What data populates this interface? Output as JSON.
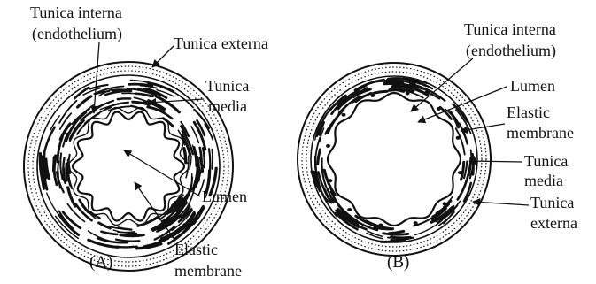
{
  "diagram_a": {
    "caption": "(A)",
    "labels": {
      "tunica_interna_line1": "Tunica interna",
      "tunica_interna_line2": "(endothelium)",
      "tunica_externa": "Tunica externa",
      "tunica_media_line1": "Tunica",
      "tunica_media_line2": "media",
      "lumen": "Lumen",
      "elastic_membrane_line1": "Elastic",
      "elastic_membrane_line2": "membrane"
    }
  },
  "diagram_b": {
    "caption": "(B)",
    "labels": {
      "tunica_interna_line1": "Tunica interna",
      "tunica_interna_line2": "(endothelium)",
      "lumen": "Lumen",
      "elastic_membrane_line1": "Elastic",
      "elastic_membrane_line2": "membrane",
      "tunica_media_line1": "Tunica",
      "tunica_media_line2": "media",
      "tunica_externa_line1": "Tunica",
      "tunica_externa_line2": "externa"
    }
  },
  "colors": {
    "ink": "#111111",
    "background": "#ffffff"
  }
}
